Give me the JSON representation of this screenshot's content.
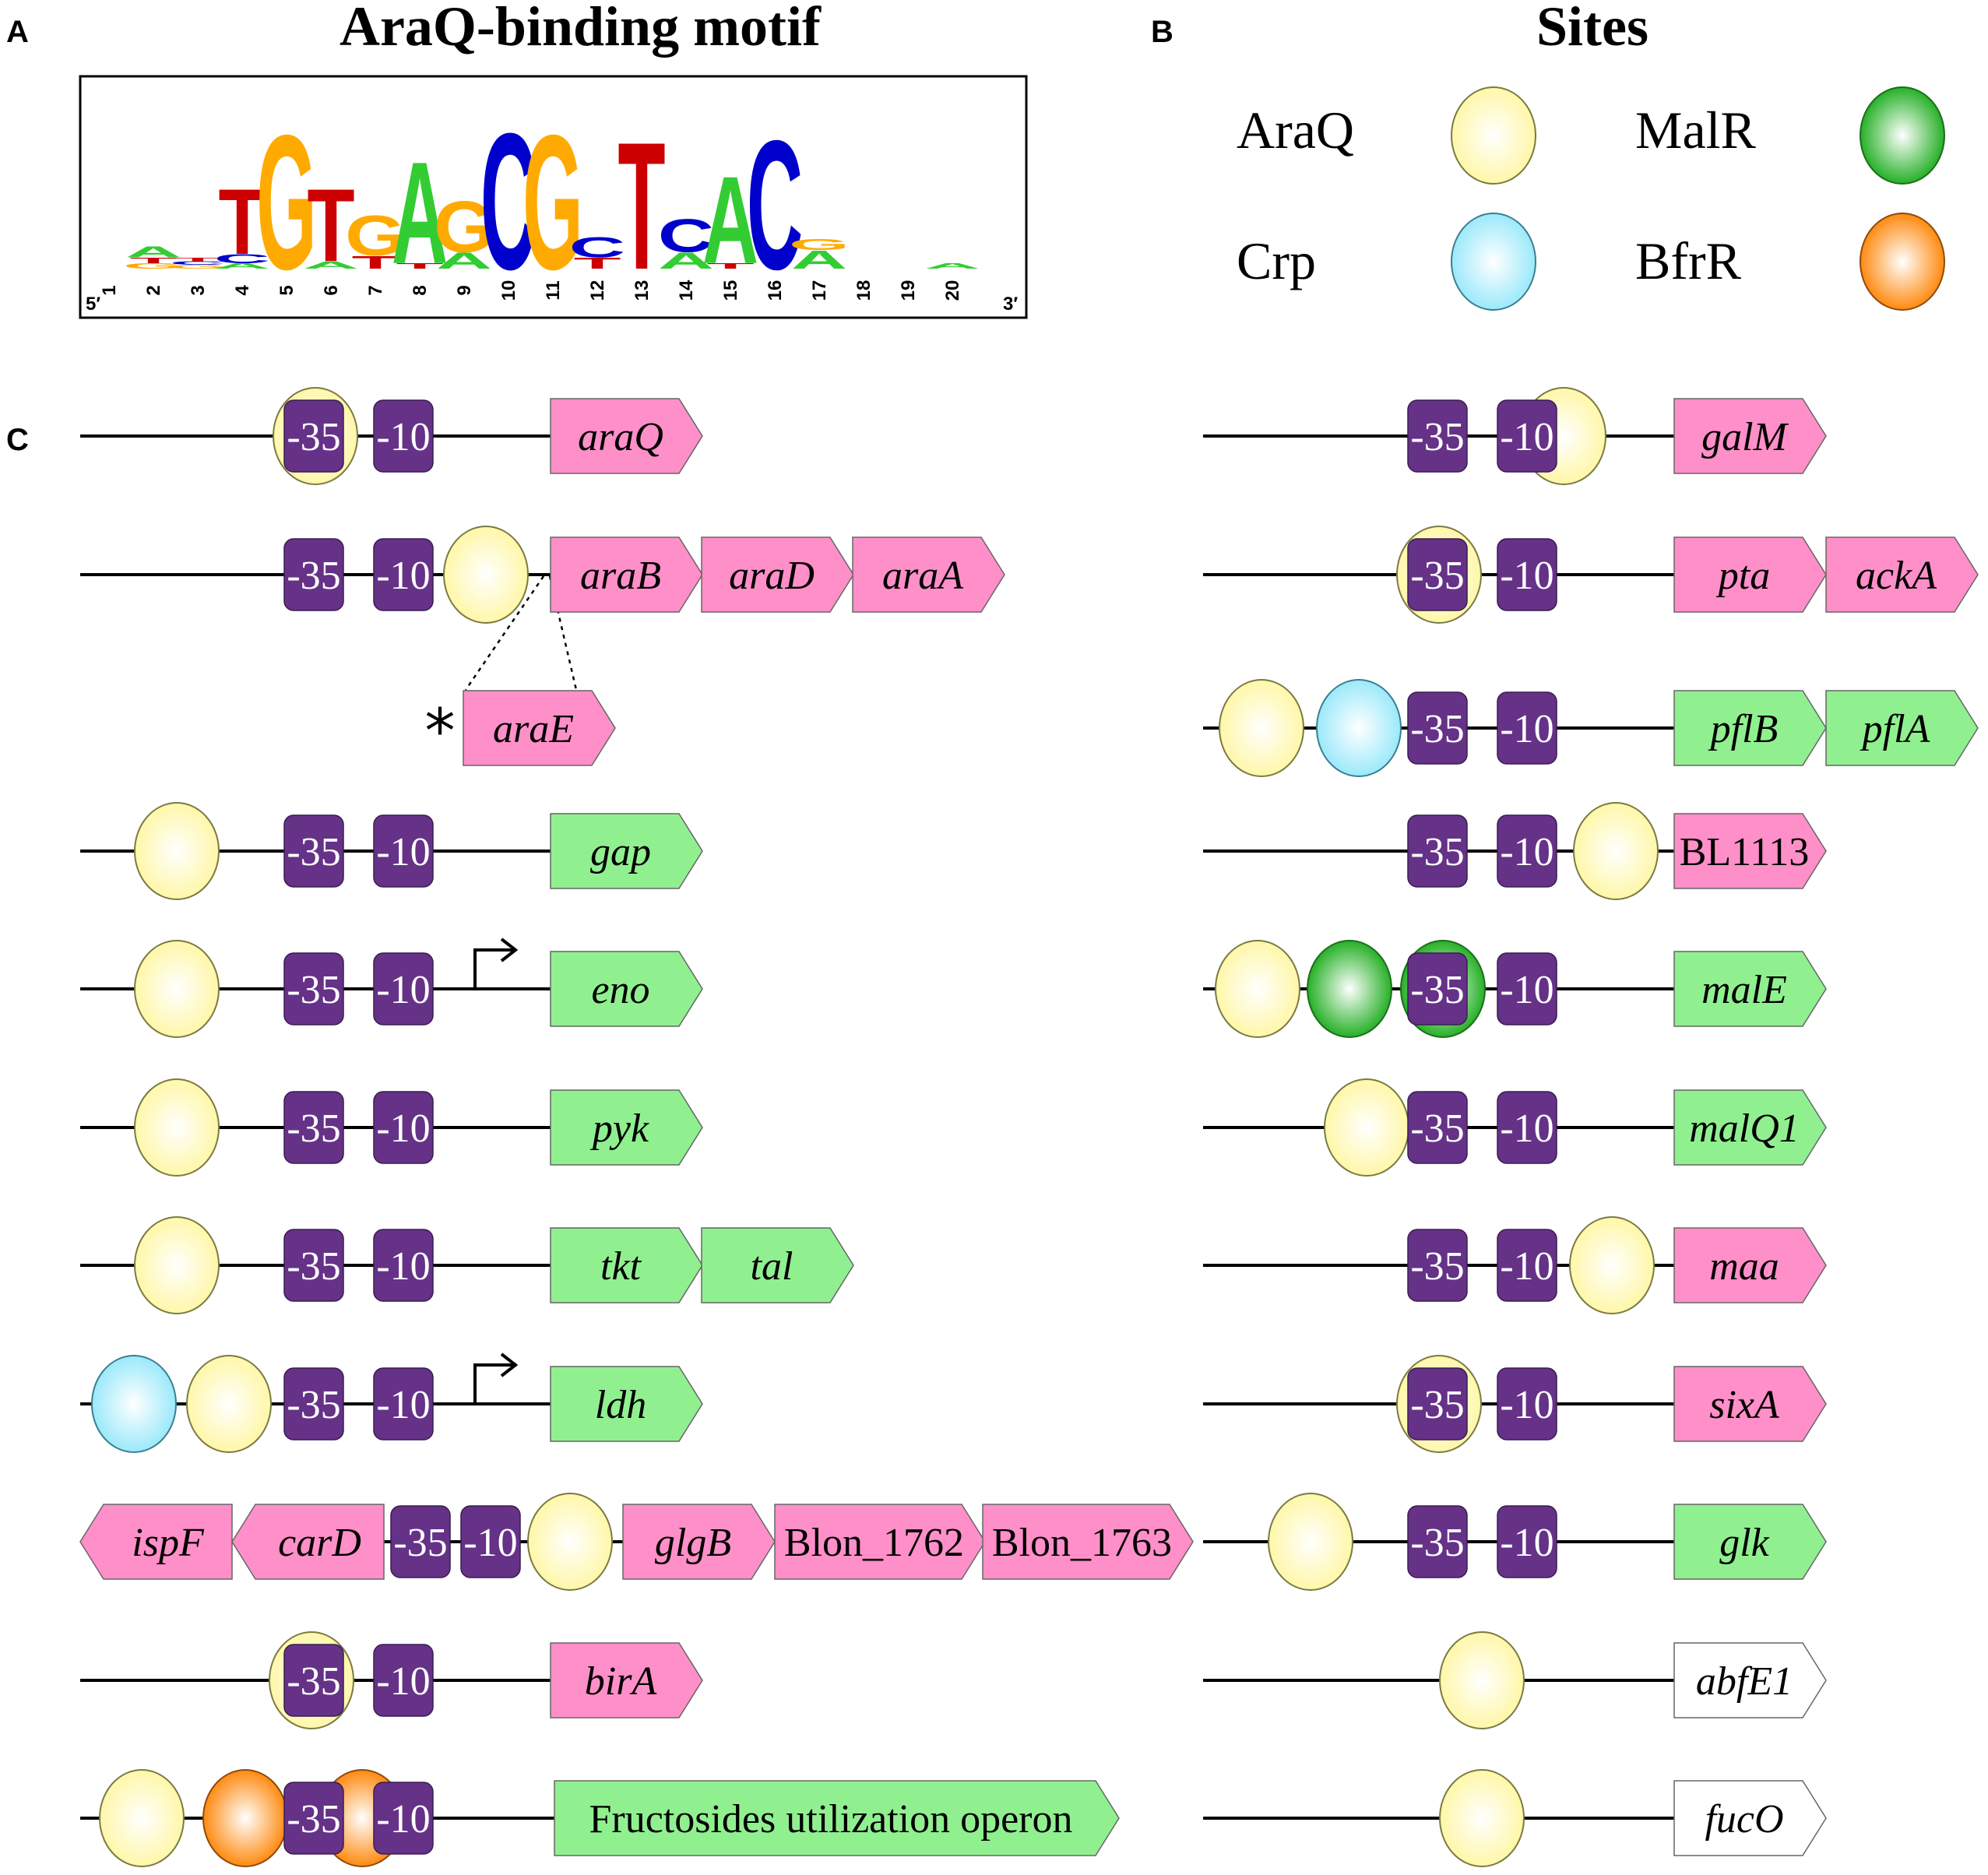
{
  "panels": {
    "a_letter": "A",
    "a_title": "AraQ-binding motif",
    "b_letter": "B",
    "b_title": "Sites",
    "c_letter": "C"
  },
  "motif": {
    "five_prime": "5′",
    "three_prime": "3′",
    "colors": {
      "A": "#33cc33",
      "C": "#0000cc",
      "G": "#ffaa00",
      "T": "#cc0000"
    },
    "positions": [
      {
        "pos": "1",
        "letters": []
      },
      {
        "pos": "2",
        "letters": [
          [
            "G",
            0.03
          ],
          [
            "T",
            0.03
          ],
          [
            "A",
            0.06
          ]
        ]
      },
      {
        "pos": "3",
        "letters": [
          [
            "G",
            0.02
          ],
          [
            "C",
            0.02
          ],
          [
            "T",
            0.02
          ]
        ]
      },
      {
        "pos": "4",
        "letters": [
          [
            "A",
            0.03
          ],
          [
            "C",
            0.05
          ],
          [
            "T",
            0.36
          ]
        ]
      },
      {
        "pos": "5",
        "letters": [
          [
            "G",
            0.74
          ]
        ]
      },
      {
        "pos": "6",
        "letters": [
          [
            "A",
            0.04
          ],
          [
            "T",
            0.4
          ]
        ]
      },
      {
        "pos": "7",
        "letters": [
          [
            "T",
            0.07
          ],
          [
            "G",
            0.22
          ]
        ]
      },
      {
        "pos": "8",
        "letters": [
          [
            "T",
            0.03
          ],
          [
            "A",
            0.56
          ]
        ]
      },
      {
        "pos": "9",
        "letters": [
          [
            "A",
            0.09
          ],
          [
            "G",
            0.28
          ]
        ]
      },
      {
        "pos": "10",
        "letters": [
          [
            "C",
            0.75
          ]
        ]
      },
      {
        "pos": "11",
        "letters": [
          [
            "G",
            0.74
          ]
        ]
      },
      {
        "pos": "12",
        "letters": [
          [
            "T",
            0.06
          ],
          [
            "C",
            0.11
          ]
        ]
      },
      {
        "pos": "13",
        "letters": [
          [
            "T",
            0.7
          ]
        ]
      },
      {
        "pos": "14",
        "letters": [
          [
            "A",
            0.09
          ],
          [
            "C",
            0.18
          ]
        ]
      },
      {
        "pos": "15",
        "letters": [
          [
            "T",
            0.03
          ],
          [
            "A",
            0.48
          ]
        ]
      },
      {
        "pos": "16",
        "letters": [
          [
            "C",
            0.71
          ]
        ]
      },
      {
        "pos": "17",
        "letters": [
          [
            "A",
            0.1
          ],
          [
            "G",
            0.06
          ]
        ]
      },
      {
        "pos": "18",
        "letters": []
      },
      {
        "pos": "19",
        "letters": []
      },
      {
        "pos": "20",
        "letters": [
          [
            "A",
            0.03
          ]
        ]
      }
    ]
  },
  "legend": {
    "items": [
      {
        "label": "AraQ",
        "color": "#fff7a8"
      },
      {
        "label": "MalR",
        "color": "#2eb82e"
      },
      {
        "label": "Crp",
        "color": "#a8f0ff"
      },
      {
        "label": "BfrR",
        "color": "#ff8c1a"
      }
    ]
  },
  "colors": {
    "promoter_box": "#653288",
    "gene_pink": "#ff8fc8",
    "gene_green": "#90f090",
    "gene_white": "#ffffff"
  },
  "box_labels": {
    "m35": "-35",
    "m10": "-10"
  },
  "operons": {
    "araQ": "araQ",
    "araB": "araB",
    "araD": "araD",
    "araA": "araA",
    "araE_star": "*",
    "araE": "araE",
    "gap": "gap",
    "eno": "eno",
    "pyk": "pyk",
    "tkt": "tkt",
    "tal": "tal",
    "ldh": "ldh",
    "ispF": "ispF",
    "carD": "carD",
    "glgB": "glgB",
    "blon1762": "Blon_1762",
    "blon1763": "Blon_1763",
    "birA": "birA",
    "fructose": "Fructosides utilization operon",
    "galM": "galM",
    "pta": "pta",
    "ackA": "ackA",
    "pflB": "pflB",
    "pflA": "pflA",
    "bl1113": "BL1113",
    "malE": "malE",
    "malQ1": "malQ1",
    "maa": "maa",
    "sixA": "sixA",
    "glk": "glk",
    "abfE1": "abfE1",
    "fucO": "fucO"
  }
}
